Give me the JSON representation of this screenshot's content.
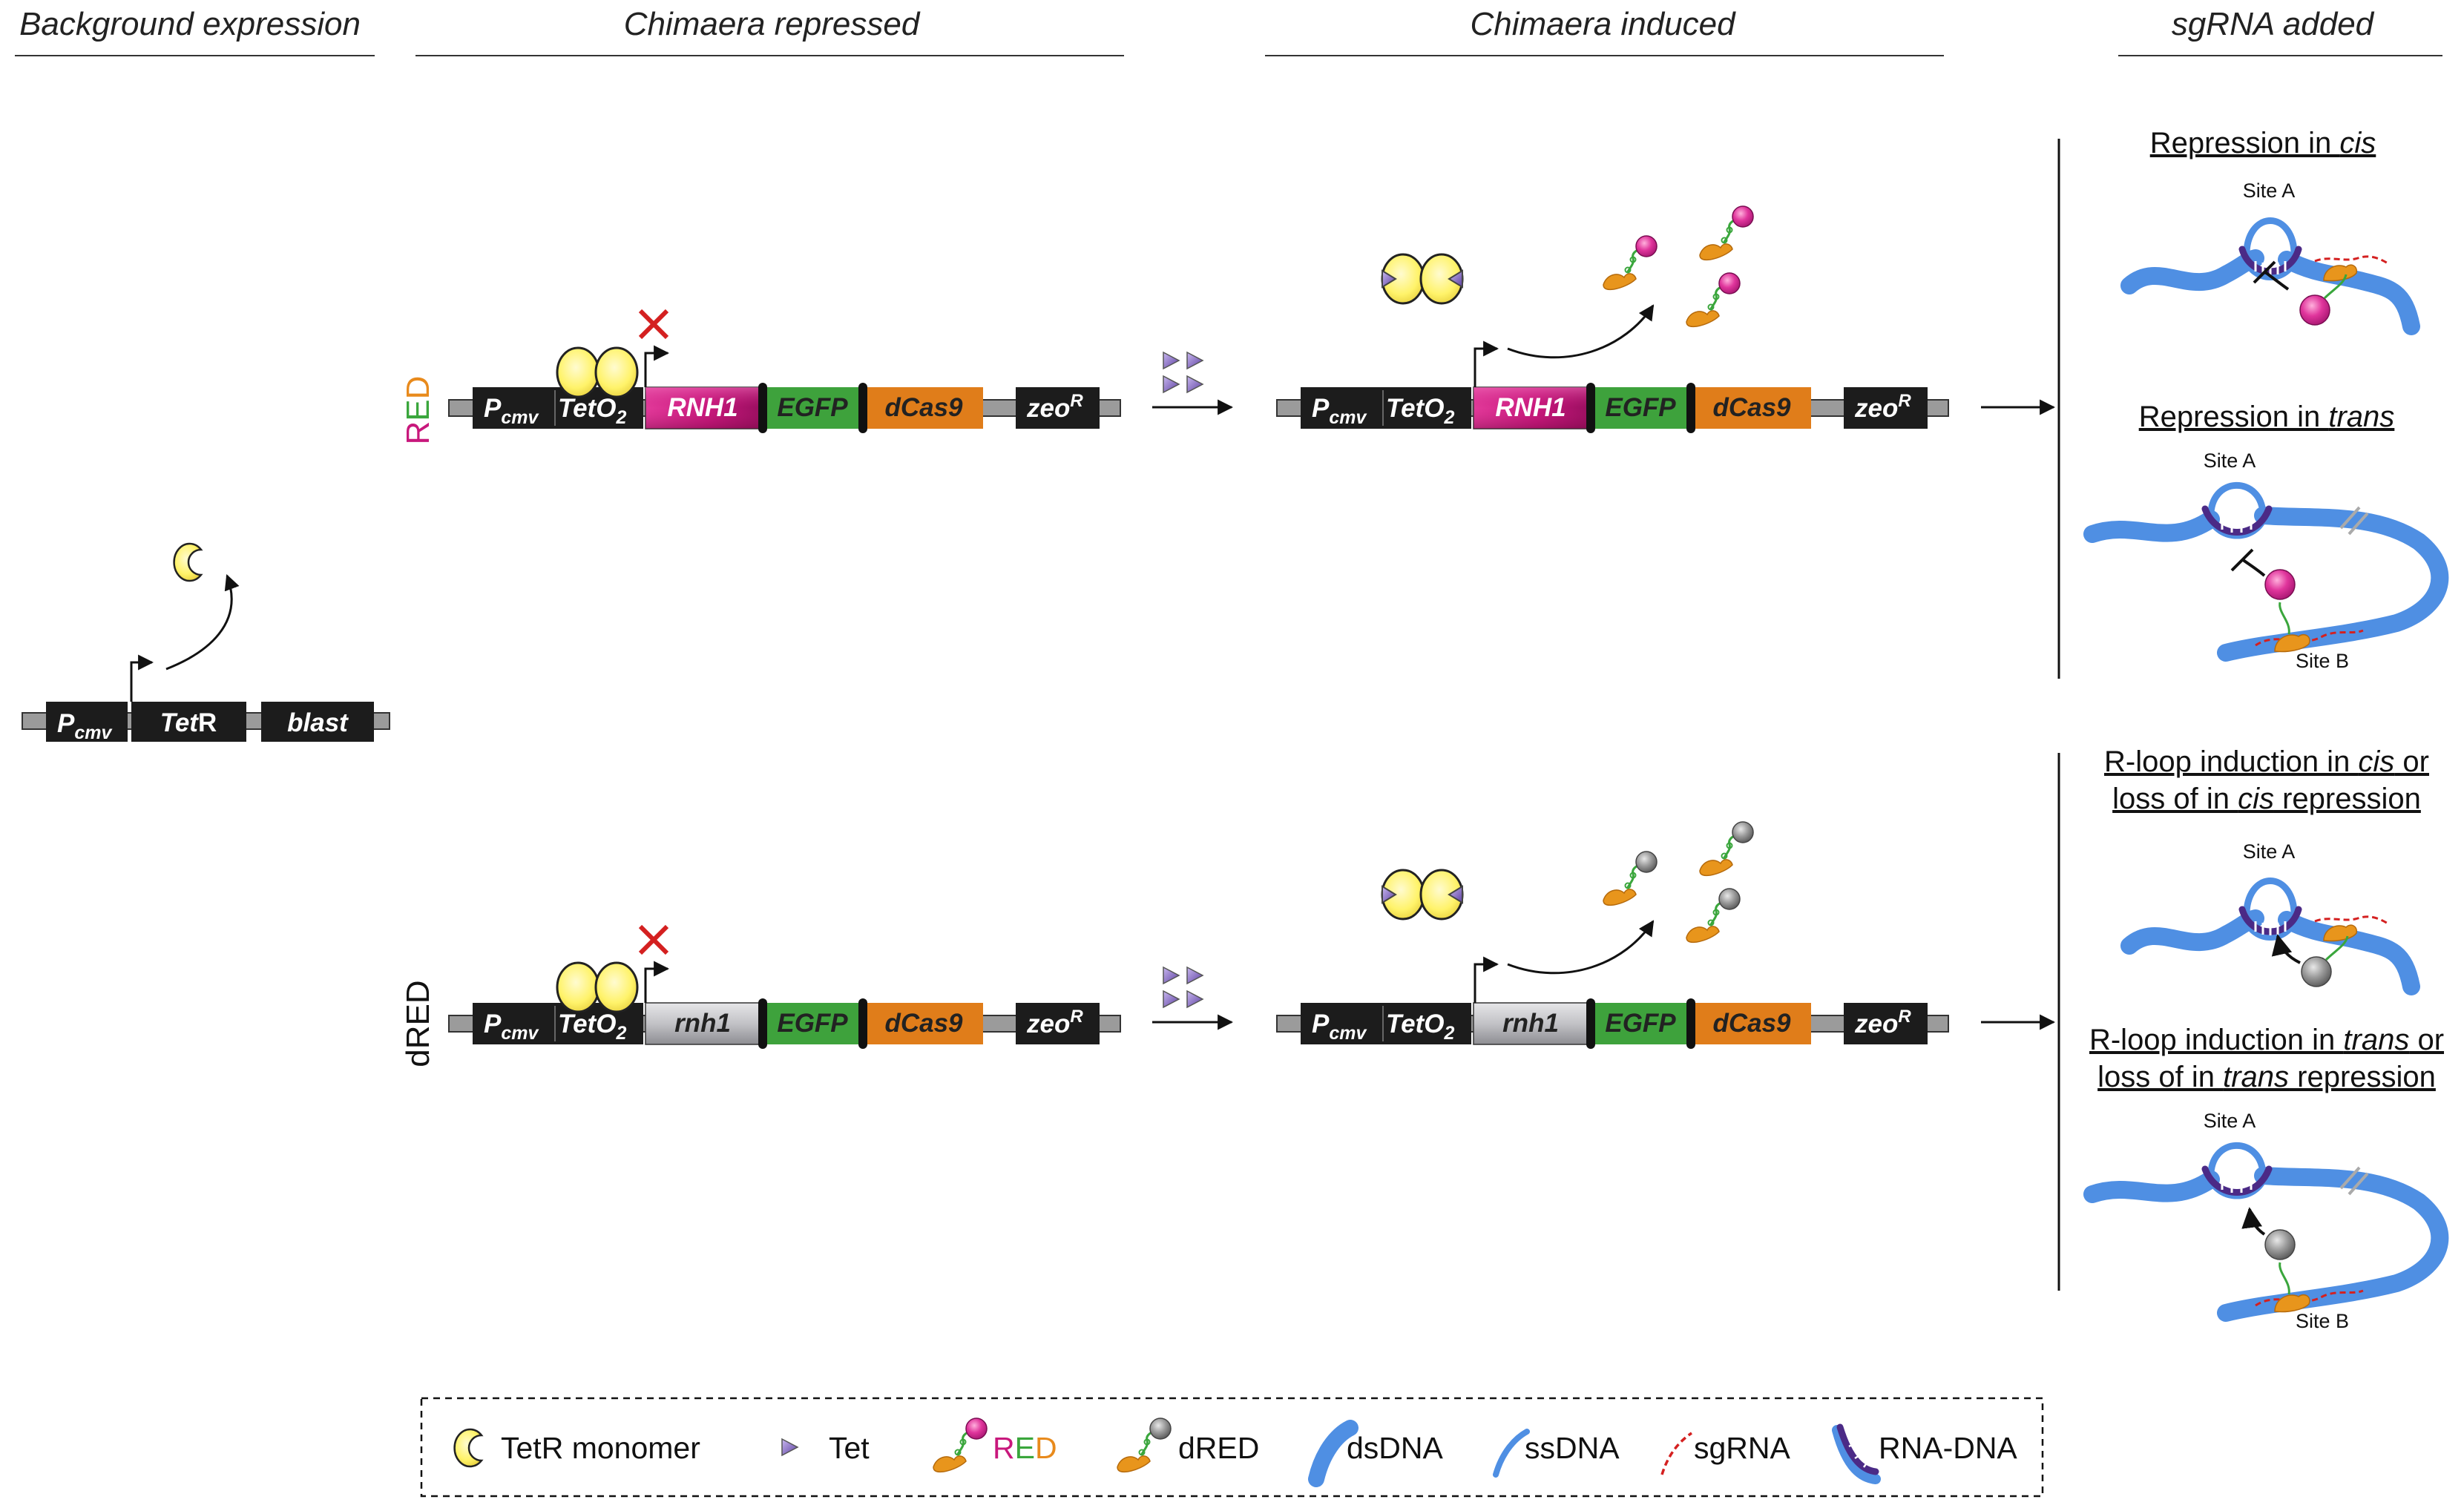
{
  "headers": {
    "background": "Background expression",
    "repressed": "Chimaera repressed",
    "induced": "Chimaera induced",
    "sgrna": "sgRNA added"
  },
  "background_construct": {
    "promoter": "P",
    "promoter_sub": "cmv",
    "gene_prefix": "Tet",
    "gene_suffix": "R",
    "resistance": "blast"
  },
  "rows": {
    "red": {
      "label_letters": [
        "R",
        "E",
        "D"
      ],
      "label_colors": [
        "#c8187c",
        "#3aa63c",
        "#e88a1c"
      ],
      "gene": "RNH1"
    },
    "dred": {
      "label": "dRED",
      "gene": "rnh1"
    }
  },
  "construct": {
    "promoter": "P",
    "promoter_sub": "cmv",
    "operator": "TetO",
    "operator_sub": "2",
    "egfp": "EGFP",
    "dcas9": "dCas9",
    "resistance": "zeo",
    "resistance_sup": "R"
  },
  "outcomes": {
    "cis_repression": [
      "Repression in ",
      "cis"
    ],
    "trans_repression": [
      "Repression in ",
      "trans"
    ],
    "cis_induction_line1": [
      "R-loop induction in ",
      "cis",
      " or"
    ],
    "cis_induction_line2": [
      "loss of in ",
      "cis",
      " repression"
    ],
    "trans_induction_line1": [
      "R-loop induction in ",
      "trans",
      " or"
    ],
    "trans_induction_line2": [
      "loss of in ",
      "trans",
      " repression"
    ],
    "site_a": "Site A",
    "site_b": "Site B"
  },
  "legend": {
    "tetr": "TetR monomer",
    "tet": "Tet",
    "red_letters": [
      "R",
      "E",
      "D"
    ],
    "dred": "dRED",
    "dsdna": "dsDNA",
    "ssdna": "ssDNA",
    "sgrna": "sgRNA",
    "rnadna": "RNA-DNA"
  },
  "colors": {
    "block": "#1c1c1c",
    "rnh1": "#c8187c",
    "rnh1_dead": "#a8a8ab",
    "egfp": "#3ea23c",
    "dcas9": "#e07d1a",
    "tetr": "#fff36a",
    "tet": "#8a6fc2",
    "dna": "#4f8fe3",
    "rnadna": "#4b2a86",
    "red_ball": "#e0359c",
    "dead_ball": "#9a9a9a",
    "block_x": "#d42020",
    "sgrna": "#d42020"
  }
}
